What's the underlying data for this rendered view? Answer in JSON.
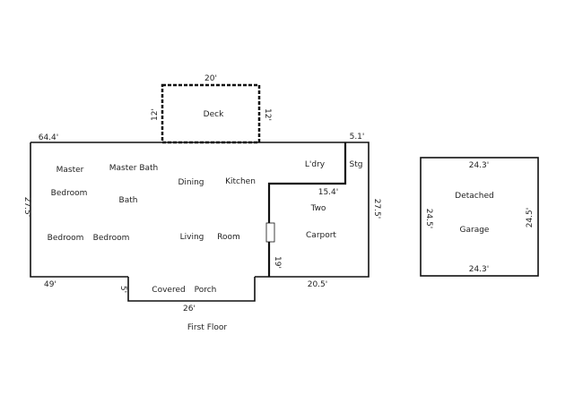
{
  "colors": {
    "wall": "#111111",
    "text": "#222222",
    "background": "#ffffff"
  },
  "title": "First Floor",
  "house": {
    "rooms": {
      "master_1": "Master",
      "master_bath": "Master Bath",
      "bedroom_1": "Bedroom",
      "bath": "Bath",
      "dining": "Dining",
      "kitchen": "Kitchen",
      "laundry": "L'dry",
      "storage": "Stg",
      "bedroom_2": "Bedroom",
      "bedroom_3": "Bedroom",
      "living": "Living",
      "room": "Room",
      "two": "Two",
      "carport": "Carport",
      "deck": "Deck",
      "covered": "Covered",
      "porch": "Porch"
    },
    "dimensions": {
      "deck_width": "20'",
      "deck_left": "12'",
      "deck_right": "12'",
      "top_length": "64.4'",
      "stg_width": "5.1'",
      "left_side": "27.5'",
      "right_side": "27.5'",
      "carport_top": "15.4'",
      "bottom_left": "49'",
      "porch_depth": "5'",
      "porch_width": "26'",
      "carport_small": "19'",
      "bottom_right": "20.5'"
    }
  },
  "garage": {
    "label_1": "Detached",
    "label_2": "Garage",
    "top": "24.3'",
    "bottom": "24.3'",
    "left": "24.5'",
    "right": "24.5'"
  }
}
